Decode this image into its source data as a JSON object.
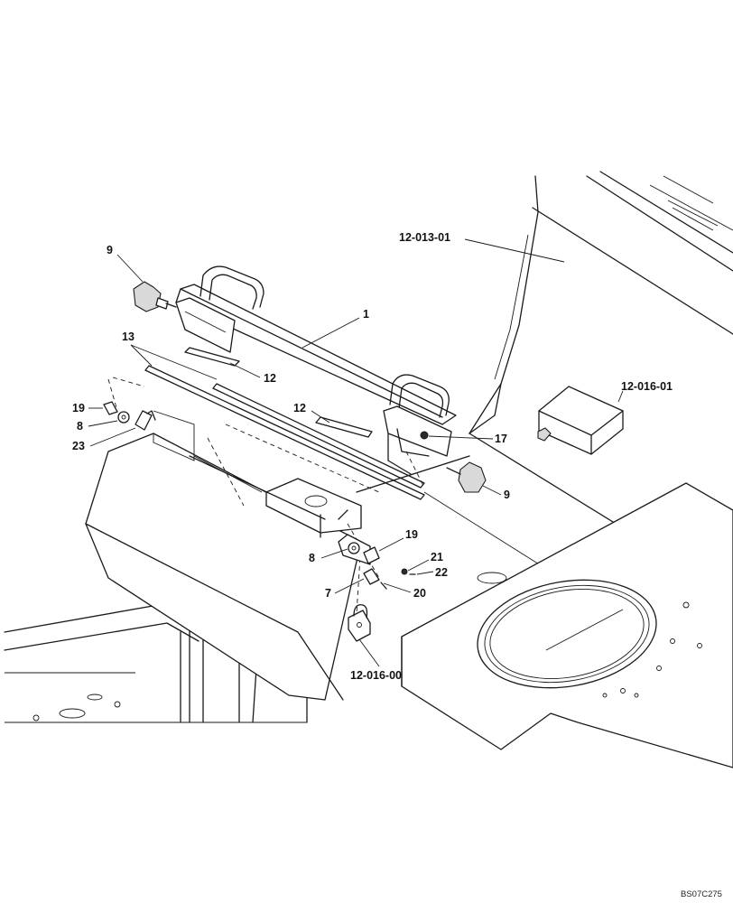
{
  "callouts": {
    "c1": "1",
    "c7": "7",
    "c8a": "8",
    "c8b": "8",
    "c9a": "9",
    "c9b": "9",
    "c12a": "12",
    "c12b": "12",
    "c13": "13",
    "c17": "17",
    "c19a": "19",
    "c19b": "19",
    "c20": "20",
    "c21": "21",
    "c22": "22",
    "c23": "23",
    "ref_hopper": "12-013-01",
    "ref_box": "12-016-01",
    "ref_lock": "12-016-00"
  },
  "drawing_ref": "BS07C275"
}
